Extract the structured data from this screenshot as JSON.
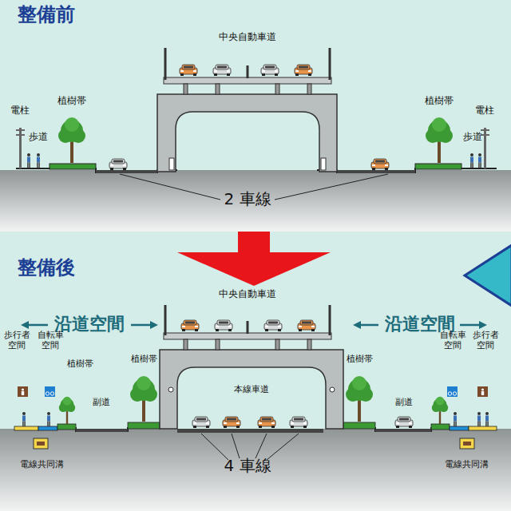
{
  "diagram": {
    "labels": [
      "整備前",
      "中央自動車道",
      "植樹帯",
      "植樹帯",
      "電柱",
      "電柱",
      "歩道",
      "歩道",
      "2 車線",
      "整備後",
      "中央自動車道",
      "沿道空間",
      "沿道空間",
      "歩行者空間",
      "自転車空間",
      "植樹帯",
      "植樹帯",
      "植樹帯",
      "自転車空間",
      "歩行者空間",
      "副道",
      "本線車道",
      "副道",
      "4 車線",
      "電線共同溝",
      "電線共同溝"
    ]
  }
}
